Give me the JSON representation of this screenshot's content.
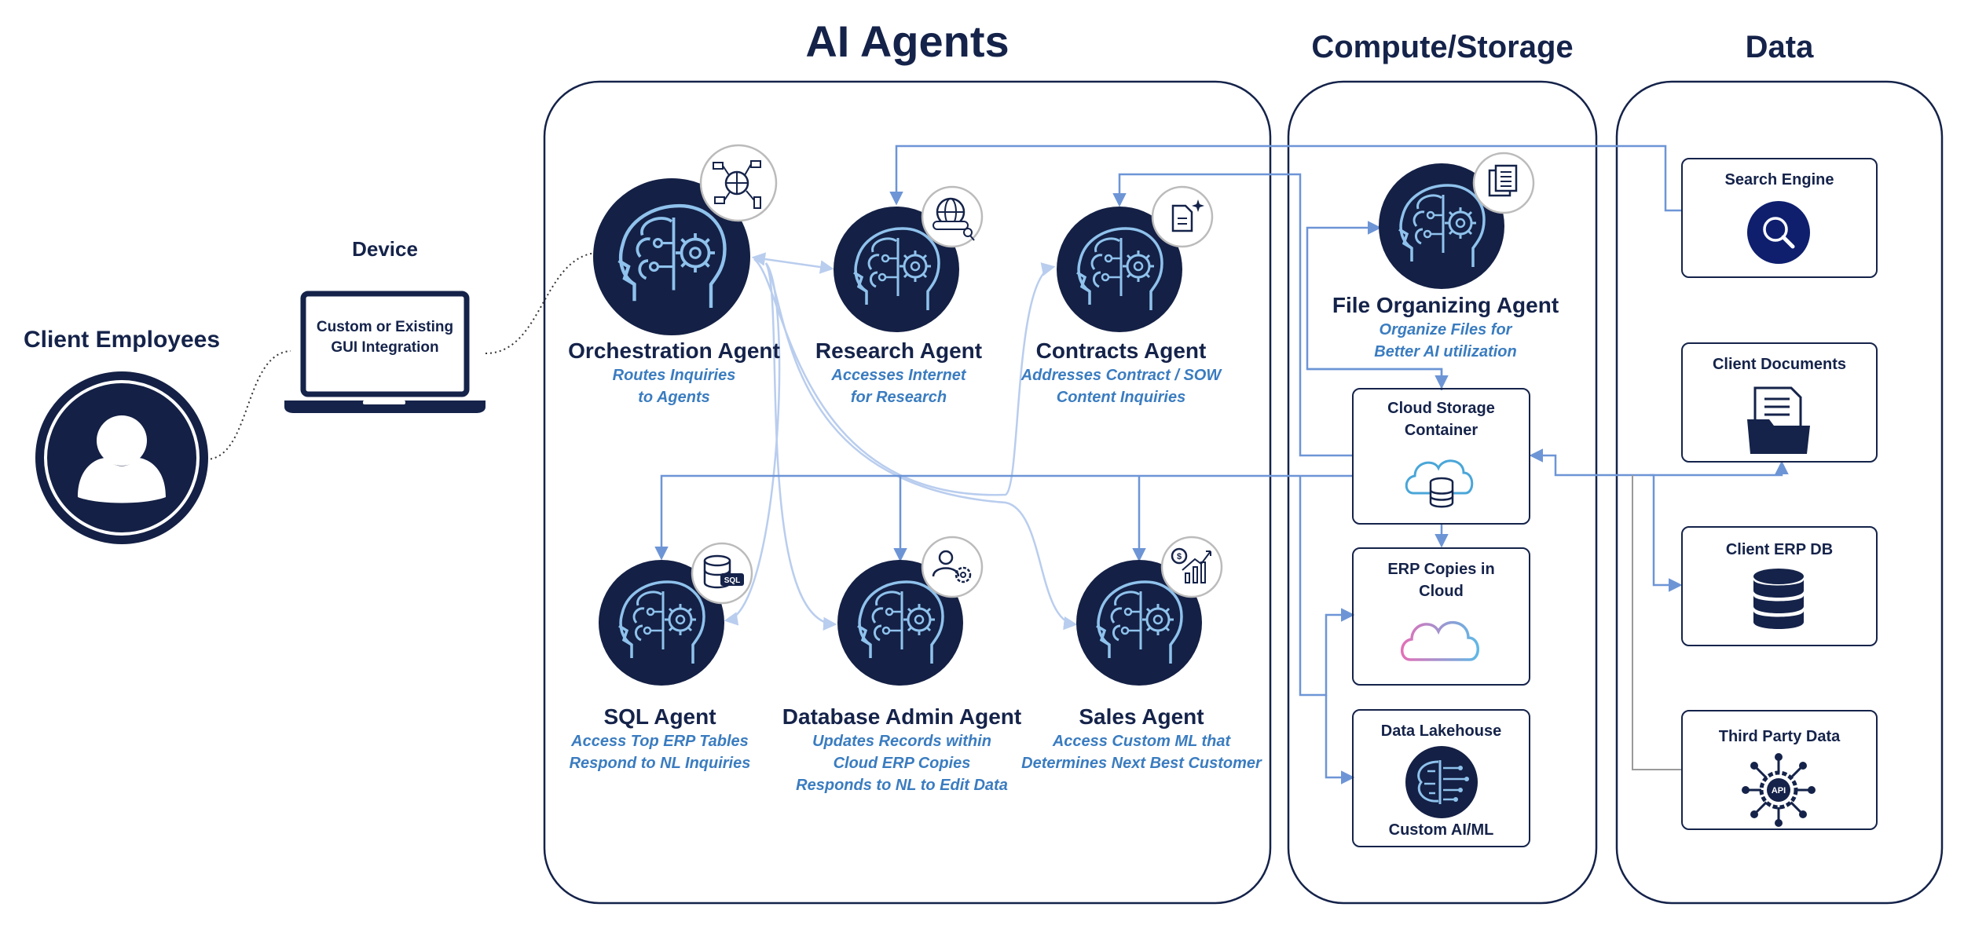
{
  "sections": {
    "ai_agents": "AI Agents",
    "compute_storage": "Compute/Storage",
    "data": "Data"
  },
  "client": {
    "label": "Client Employees",
    "icon": "user-icon"
  },
  "device": {
    "label": "Device",
    "screen_text": "Custom or Existing\nGUI Integration",
    "icon": "laptop-icon"
  },
  "agents": [
    {
      "id": "orchestration",
      "name": "Orchestration Agent",
      "desc": "Routes Inquiries\nto Agents",
      "badge_icon": "network-brain-icon"
    },
    {
      "id": "research",
      "name": "Research Agent",
      "desc": "Accesses Internet\nfor Research",
      "badge_icon": "globe-search-icon"
    },
    {
      "id": "contracts",
      "name": "Contracts Agent",
      "desc": "Addresses Contract / SOW\nContent Inquiries",
      "badge_icon": "document-sparkle-icon"
    },
    {
      "id": "sql",
      "name": "SQL Agent",
      "desc": "Access Top ERP Tables\nRespond to NL Inquiries",
      "badge_icon": "sql-database-icon"
    },
    {
      "id": "dbadmin",
      "name": "Database Admin Agent",
      "desc": "Updates Records within\nCloud ERP Copies\nResponds to NL to Edit Data",
      "badge_icon": "admin-gear-icon"
    },
    {
      "id": "sales",
      "name": "Sales Agent",
      "desc": "Access Custom ML that\nDetermines Next Best Customer",
      "badge_icon": "sales-chart-icon"
    },
    {
      "id": "fileorg",
      "name": "File Organizing Agent",
      "desc": "Organize Files for\nBetter AI utilization",
      "badge_icon": "documents-icon"
    }
  ],
  "compute": [
    {
      "id": "cloud_storage",
      "label": "Cloud Storage\nContainer",
      "icon": "cloud-database-icon"
    },
    {
      "id": "erp_copies",
      "label": "ERP Copies in\nCloud",
      "icon": "cloud-icon"
    },
    {
      "id": "lakehouse",
      "label": "Data Lakehouse",
      "sublabel": "Custom AI/ML",
      "icon": "ai-brain-icon"
    }
  ],
  "data_sources": [
    {
      "id": "search",
      "label": "Search Engine",
      "icon": "magnifier-icon"
    },
    {
      "id": "docs",
      "label": "Client Documents",
      "icon": "document-folder-icon"
    },
    {
      "id": "erpdb",
      "label": "Client ERP DB",
      "icon": "database-stack-icon"
    },
    {
      "id": "thirdparty",
      "label": "Third Party Data",
      "icon": "api-hub-icon"
    }
  ],
  "colors": {
    "navy": "#15234a",
    "head_fill": "#142045",
    "head_line": "#8fc2ec",
    "accent_blue": "#3a7cc0",
    "arrow_blue": "#6d95d6",
    "arrow_light": "#b9cdee",
    "grey_line": "#9a9a9a"
  }
}
